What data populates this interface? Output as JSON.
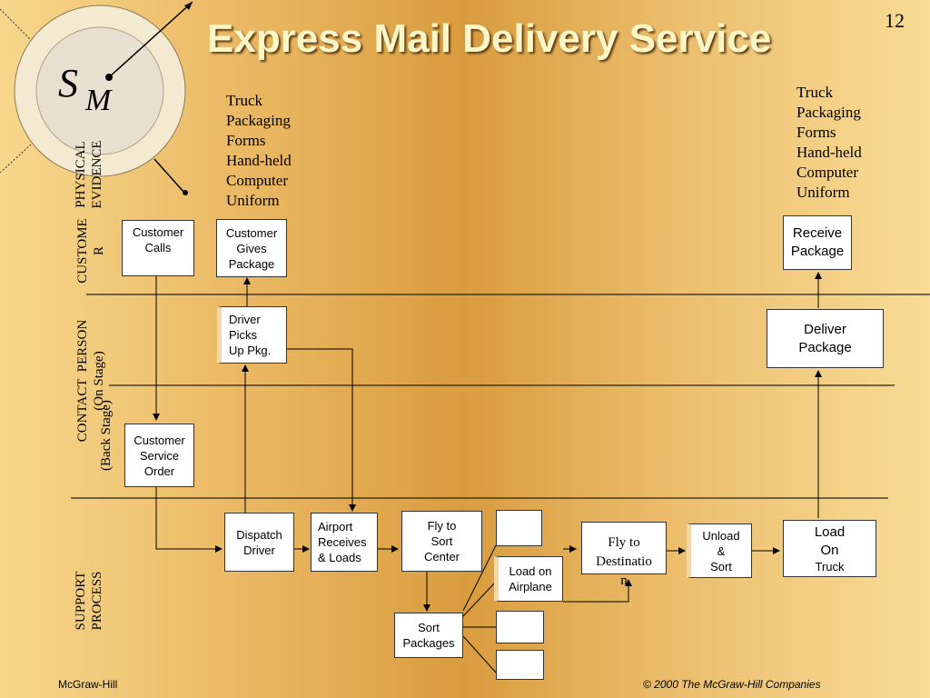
{
  "title": "Express Mail Delivery Service",
  "page_number": "12",
  "logo": {
    "text": "SM",
    "s": "S",
    "m": "M"
  },
  "physical_evidence_left": "Truck\nPackaging\nForms\nHand-held\nComputer\nUniform",
  "physical_evidence_right": "Truck\nPackaging\nForms\nHand-held\nComputer\nUniform",
  "lanes": {
    "physical_evidence": "PHYSICAL\nEVIDENCE",
    "customer": "CUSTOME\nR",
    "contact_on_stage": "CONTACT  PERSON\n(On Stage)",
    "contact_back_stage": "(Back Stage)",
    "support": "SUPPORT\nPROCESS"
  },
  "boxes": {
    "customer_calls": "Customer\nCalls",
    "customer_gives": "Customer\nGives\nPackage",
    "receive_package": "Receive\nPackage",
    "driver_picks": "Driver\nPicks\nUp Pkg.",
    "deliver_package": "Deliver\nPackage",
    "customer_service": "Customer\nService\nOrder",
    "dispatch_driver": "Dispatch\nDriver",
    "airport_receives": "Airport\nReceives\n& Loads",
    "fly_sort": "Fly to\nSort\nCenter",
    "load_airplane": "Load on\nAirplane",
    "sort_packages": "Sort\nPackages",
    "fly_destination": "Fly to\nDestinatio\nn",
    "unload_sort": "Unload\n&\nSort",
    "load_on": "Load\nOn",
    "load_on_truck": "Truck"
  },
  "footer": {
    "left": "McGraw-Hill",
    "right": "© 2000 The McGraw-Hill Companies"
  }
}
